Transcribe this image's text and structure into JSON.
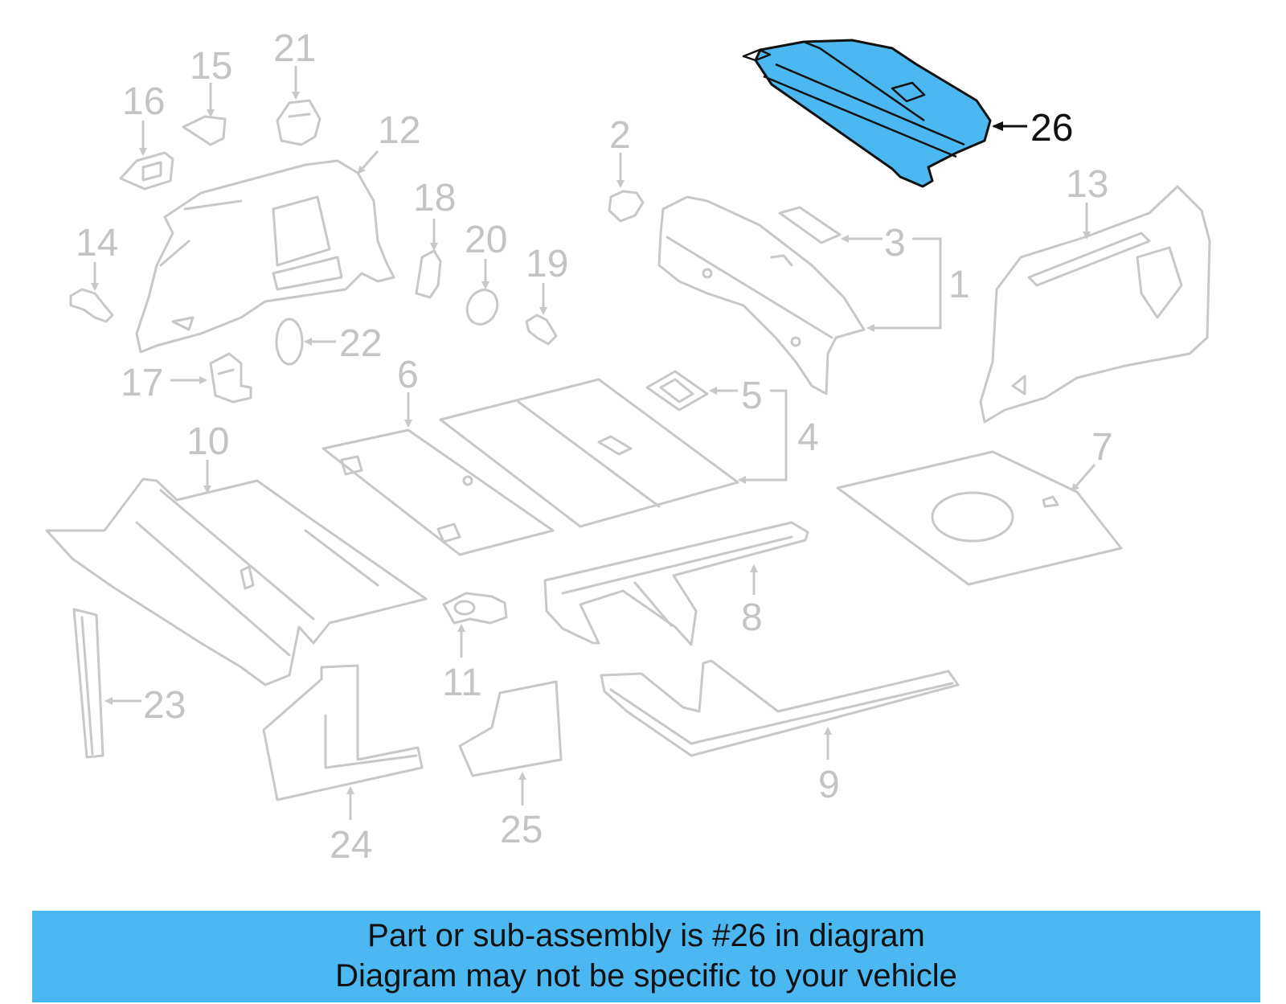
{
  "colors": {
    "highlight": "#4cb8f2",
    "part_stroke": "#c8c8c8",
    "label_gray": "#c4c4c4",
    "text_dark": "#111111"
  },
  "callouts": {
    "c1": "1",
    "c2": "2",
    "c3": "3",
    "c4": "4",
    "c5": "5",
    "c6": "6",
    "c7": "7",
    "c8": "8",
    "c9": "9",
    "c10": "10",
    "c11": "11",
    "c12": "12",
    "c13": "13",
    "c14": "14",
    "c15": "15",
    "c16": "16",
    "c17": "17",
    "c18": "18",
    "c19": "19",
    "c20": "20",
    "c21": "21",
    "c22": "22",
    "c23": "23",
    "c24": "24",
    "c25": "25",
    "c26": "26"
  },
  "banner": {
    "line1": "Part or sub-assembly is #26 in diagram",
    "line2": "Diagram may not be specific to your vehicle"
  }
}
